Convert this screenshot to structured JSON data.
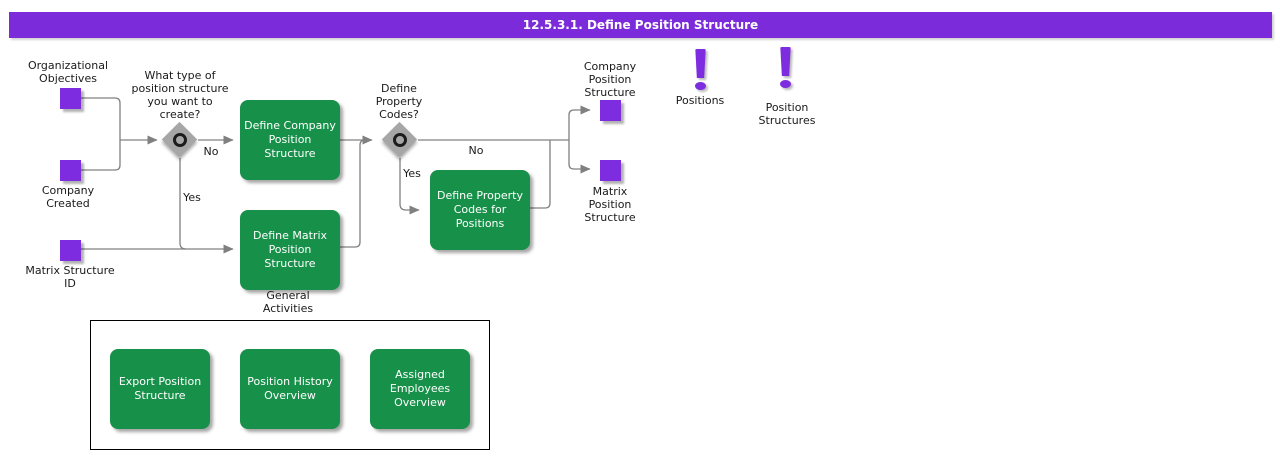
{
  "title": "12.5.3.1. Define Position Structure",
  "colors": {
    "accent_purple": "#7d2cdf",
    "title_bar_purple": "#7c2bdb",
    "activity_green": "#17914a",
    "connector_gray": "#808080",
    "diamond_gray": "#a6a6a6"
  },
  "events": {
    "org_objectives": {
      "label": "Organizational\nObjectives"
    },
    "company_created": {
      "label": "Company\nCreated"
    },
    "matrix_structure_id": {
      "label": "Matrix Structure\nID"
    },
    "company_position_structure": {
      "label": "Company\nPosition\nStructure"
    },
    "matrix_position_structure": {
      "label": "Matrix\nPosition\nStructure"
    }
  },
  "decisions": {
    "type_question": {
      "label": "What type of\nposition structure\nyou want to\ncreate?"
    },
    "property_question": {
      "label": "Define\nProperty\nCodes?"
    }
  },
  "tasks": {
    "define_company": {
      "label": "Define Company\nPosition\nStructure"
    },
    "define_matrix": {
      "label": "Define Matrix\nPosition\nStructure"
    },
    "define_property": {
      "label": "Define Property\nCodes for\nPositions"
    },
    "export_position": {
      "label": "Export Position\nStructure"
    },
    "position_history": {
      "label": "Position History\nOverview"
    },
    "assigned_employees": {
      "label": "Assigned\nEmployees\nOverview"
    }
  },
  "outputs": {
    "positions": {
      "label": "Positions"
    },
    "position_structures": {
      "label": "Position\nStructures"
    }
  },
  "group": {
    "label": "General\nActivities"
  },
  "edge_labels": {
    "no1": "No",
    "yes1": "Yes",
    "no2": "No",
    "yes2": "Yes"
  }
}
